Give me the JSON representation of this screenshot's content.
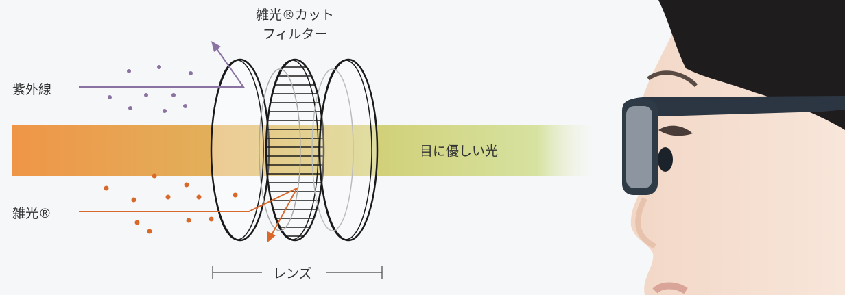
{
  "diagram": {
    "title_line1": "雑光®カット",
    "title_line2": "フィルター",
    "uv_label": "紫外線",
    "stray_light_label": "雑光®",
    "eye_friendly_light_label": "目に優しい光",
    "lens_label": "レンズ",
    "colors": {
      "uv": "#8a73a0",
      "stray_light": "#d9692a",
      "band_start": "#ef9548",
      "band_end": "#cfd98a"
    }
  }
}
